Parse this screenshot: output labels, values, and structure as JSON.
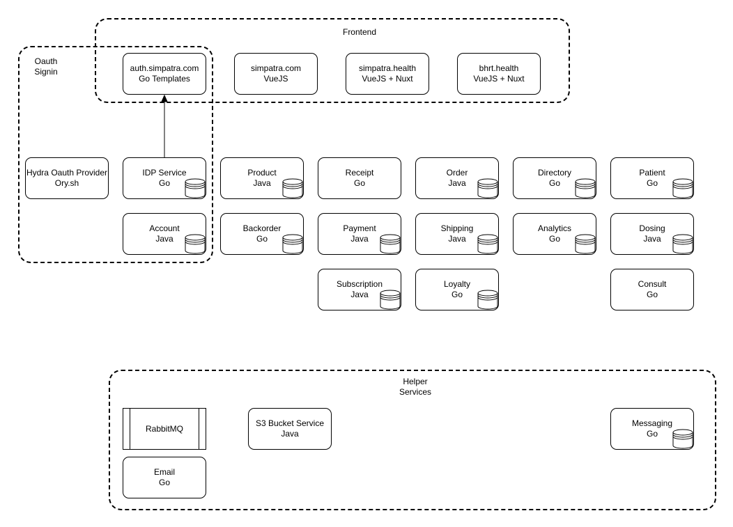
{
  "groups": {
    "frontend": {
      "label": "Frontend"
    },
    "oauth": {
      "label": "Oauth\nSignin"
    },
    "helper": {
      "label": "Helper\nServices"
    }
  },
  "nodes": {
    "auth_simpatra": {
      "line1": "auth.simpatra.com",
      "line2": "Go Templates"
    },
    "simpatra_com": {
      "line1": "simpatra.com",
      "line2": "VueJS"
    },
    "simpatra_health": {
      "line1": "simpatra.health",
      "line2": "VueJS + Nuxt"
    },
    "bhrt_health": {
      "line1": "bhrt.health",
      "line2": "VueJS + Nuxt"
    },
    "hydra": {
      "line1": "Hydra Oauth Provider",
      "line2": "Ory.sh"
    },
    "idp": {
      "line1": "IDP Service",
      "line2": "Go"
    },
    "account": {
      "line1": "Account",
      "line2": "Java"
    },
    "product": {
      "line1": "Product",
      "line2": "Java"
    },
    "backorder": {
      "line1": "Backorder",
      "line2": "Go"
    },
    "receipt": {
      "line1": "Receipt",
      "line2": "Go"
    },
    "payment": {
      "line1": "Payment",
      "line2": "Java"
    },
    "subscription": {
      "line1": "Subscription",
      "line2": "Java"
    },
    "order": {
      "line1": "Order",
      "line2": "Java"
    },
    "shipping": {
      "line1": "Shipping",
      "line2": "Java"
    },
    "loyalty": {
      "line1": "Loyalty",
      "line2": "Go"
    },
    "directory": {
      "line1": "Directory",
      "line2": "Go"
    },
    "analytics": {
      "line1": "Analytics",
      "line2": "Go"
    },
    "patient": {
      "line1": "Patient",
      "line2": "Go"
    },
    "dosing": {
      "line1": "Dosing",
      "line2": "Java"
    },
    "consult": {
      "line1": "Consult",
      "line2": "Go"
    },
    "rabbitmq": {
      "line1": "RabbitMQ"
    },
    "email": {
      "line1": "Email",
      "line2": "Go"
    },
    "s3": {
      "line1": "S3 Bucket Service",
      "line2": "Java"
    },
    "messaging": {
      "line1": "Messaging",
      "line2": "Go"
    }
  },
  "edges": [
    {
      "from": "IDP Service",
      "to": "auth.simpatra.com",
      "arrow": "end"
    }
  ]
}
